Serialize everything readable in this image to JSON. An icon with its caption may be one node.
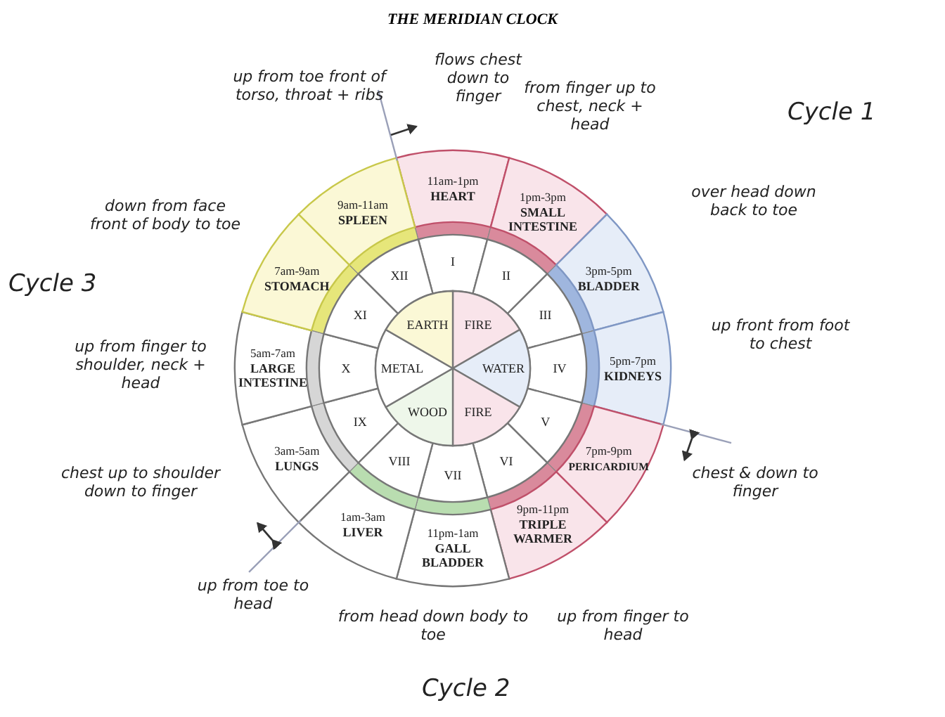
{
  "diagram": {
    "title": "THE MERIDIAN CLOCK",
    "nodes": [
      {
        "text": [
          "11am-1pm",
          "HEART"
        ]
      },
      {
        "text": [
          "1pm-3pm",
          "SMALL INTESTINE"
        ]
      },
      {
        "text": [
          "3pm-5pm",
          "BLADDER"
        ]
      },
      {
        "text": [
          "5pm-7pm",
          "KIDNEYS"
        ]
      },
      {
        "text": [
          "7pm-9pm",
          "PERICARDIUM"
        ]
      },
      {
        "text": [
          "9pm-11pm",
          "TRIPLE WARMER"
        ]
      },
      {
        "text": [
          "11pm-1am",
          "GALL BLADDER"
        ]
      },
      {
        "text": [
          "1am-3am",
          "LIVER"
        ]
      },
      {
        "text": [
          "3am-5am",
          "LUNGS"
        ]
      },
      {
        "text": [
          "5am-7am",
          "LARGE INTESTINE"
        ]
      },
      {
        "text": [
          "7am-9am",
          "STOMACH"
        ]
      },
      {
        "text": [
          "9am-11am",
          "SPLEEN"
        ]
      },
      {
        "text": [
          "I"
        ]
      },
      {
        "text": [
          "II"
        ]
      },
      {
        "text": [
          "III"
        ]
      },
      {
        "text": [
          "IV"
        ]
      },
      {
        "text": [
          "V"
        ]
      },
      {
        "text": [
          "VI"
        ]
      },
      {
        "text": [
          "VII"
        ]
      },
      {
        "text": [
          "VIII"
        ]
      },
      {
        "text": [
          "IX"
        ]
      },
      {
        "text": [
          "X"
        ]
      },
      {
        "text": [
          "XI"
        ]
      },
      {
        "text": [
          "XII"
        ]
      },
      {
        "text": [
          "FIRE"
        ]
      },
      {
        "text": [
          "WATER"
        ]
      },
      {
        "text": [
          "FIRE"
        ]
      },
      {
        "text": [
          "WOOD"
        ]
      },
      {
        "text": [
          "METAL"
        ]
      },
      {
        "text": [
          "EARTH"
        ]
      }
    ],
    "labels": [
      "flows chest down to finger",
      "from finger up to chest, neck + head",
      "Cycle 1",
      "over head down back to toe",
      "up front from foot to chest",
      "chest & down to finger",
      "up from finger to head",
      "Cycle 2",
      "from head down body to toe",
      "up from toe to head",
      "chest up to shoulder down to finger",
      "Cycle 3",
      "up from finger to shoulder, neck + head",
      "down from face front of body to toe",
      "up from toe front of torso, throat + ribs"
    ]
  }
}
